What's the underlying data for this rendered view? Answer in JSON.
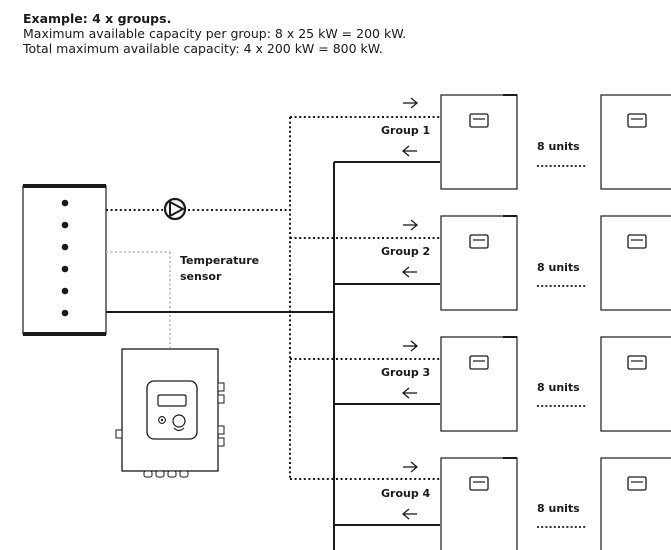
{
  "header": {
    "title": "Example: 4 x groups.",
    "line1": "Maximum available capacity per group: 8 x 25 kW = 200 kW.",
    "line2": "Total maximum available capacity: 4 x 200 kW = 800 kW."
  },
  "sensor": {
    "line1": "Temperature",
    "line2": "sensor"
  },
  "groups": [
    {
      "label": "Group 1",
      "units": "8 units"
    },
    {
      "label": "Group 2",
      "units": "8 units"
    },
    {
      "label": "Group 3",
      "units": "8 units"
    },
    {
      "label": "Group 4",
      "units": "8 units"
    }
  ],
  "icons": {
    "pump": "pump-icon",
    "arrow_right": "arrow-right-icon",
    "arrow_left": "arrow-left-icon",
    "unit_display": "display-icon"
  }
}
